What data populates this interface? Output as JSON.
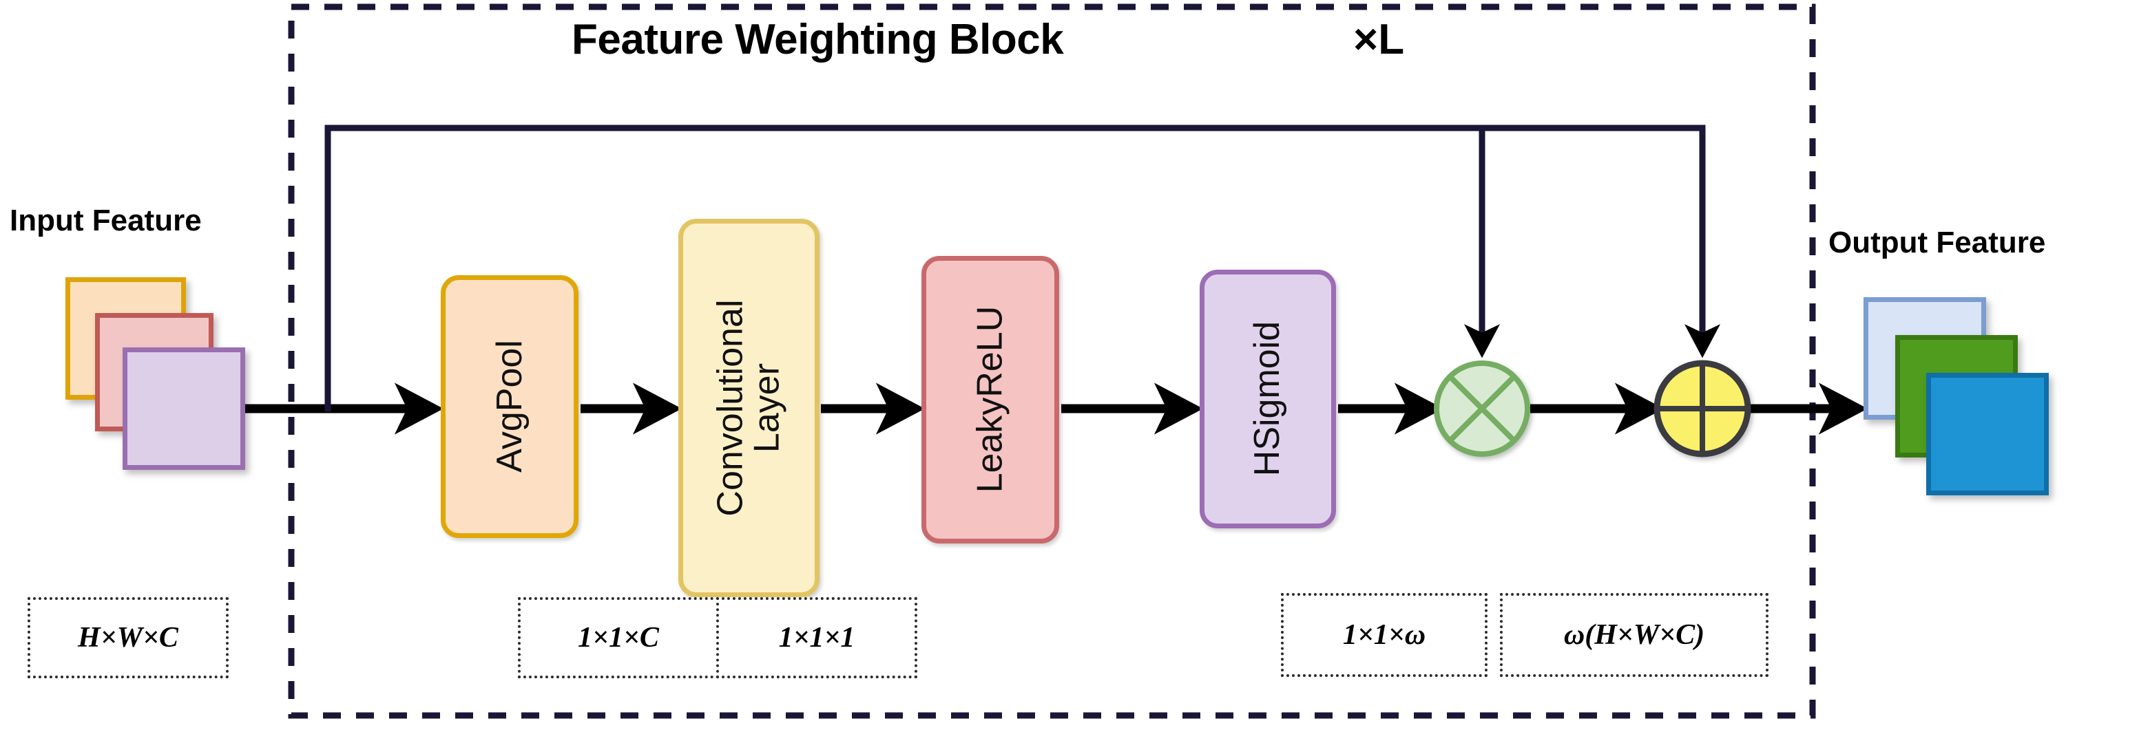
{
  "diagram": {
    "title": "Feature Weighting Block",
    "repeat_count": "×L",
    "input_label": "Input Feature",
    "output_label": "Output Feature",
    "border_style": "dashed",
    "border_color": "#1a1636"
  },
  "blocks": [
    {
      "id": "avgpool",
      "label": "AvgPool",
      "fill": "#fde0c3",
      "stroke": "#e0a709"
    },
    {
      "id": "conv",
      "label": "Convolutional Layer",
      "fill": "#fcf0c8",
      "stroke": "#e3c462"
    },
    {
      "id": "leakyrelu",
      "label": "LeakyReLU",
      "fill": "#f4c3c2",
      "stroke": "#c9696b"
    },
    {
      "id": "hsigmoid",
      "label": "HSigmoid",
      "fill": "#e0d2ec",
      "stroke": "#9c6db5"
    }
  ],
  "operators": [
    {
      "id": "multiply",
      "symbol": "⊗",
      "name": "element-wise multiply",
      "fill": "#d8ead2",
      "stroke": "#74ad62"
    },
    {
      "id": "add",
      "symbol": "⊕",
      "name": "element-wise add",
      "fill": "#fbf06a",
      "stroke": "#3b3b42"
    }
  ],
  "dimension_tags": [
    {
      "id": "input",
      "text": "H×W×C"
    },
    {
      "id": "avgpool",
      "text": "1×1×C"
    },
    {
      "id": "conv",
      "text": "1×1×1"
    },
    {
      "id": "hsigmoid",
      "text": "1×1×ω"
    },
    {
      "id": "output",
      "text": "ω(H×W×C)"
    }
  ],
  "input_stack": [
    {
      "index": 0,
      "fill": "#fce0be",
      "stroke": "#dfa30a"
    },
    {
      "index": 1,
      "fill": "#f3c6c6",
      "stroke": "#c05a57"
    },
    {
      "index": 2,
      "fill": "#ddcfe8",
      "stroke": "#9a6fb0"
    }
  ],
  "output_stack": [
    {
      "index": 0,
      "fill": "#d9e4f6",
      "stroke": "#7b9dd1"
    },
    {
      "index": 1,
      "fill": "#4f9c1f",
      "stroke": "#3a7a12"
    },
    {
      "index": 2,
      "fill": "#1f94d4",
      "stroke": "#0f6fa8"
    }
  ],
  "connections": [
    {
      "from": "input-feature",
      "to": "avgpool",
      "kind": "arrow-right"
    },
    {
      "from": "avgpool",
      "to": "conv",
      "kind": "arrow-right"
    },
    {
      "from": "conv",
      "to": "leakyrelu",
      "kind": "arrow-right"
    },
    {
      "from": "leakyrelu",
      "to": "hsigmoid",
      "kind": "arrow-right"
    },
    {
      "from": "hsigmoid",
      "to": "multiply",
      "kind": "arrow-right"
    },
    {
      "from": "multiply",
      "to": "add",
      "kind": "arrow-right"
    },
    {
      "from": "add",
      "to": "output-feature",
      "kind": "arrow-right"
    },
    {
      "from": "input-feature",
      "to": "multiply",
      "kind": "skip-down"
    },
    {
      "from": "input-feature",
      "to": "add",
      "kind": "skip-down"
    }
  ]
}
